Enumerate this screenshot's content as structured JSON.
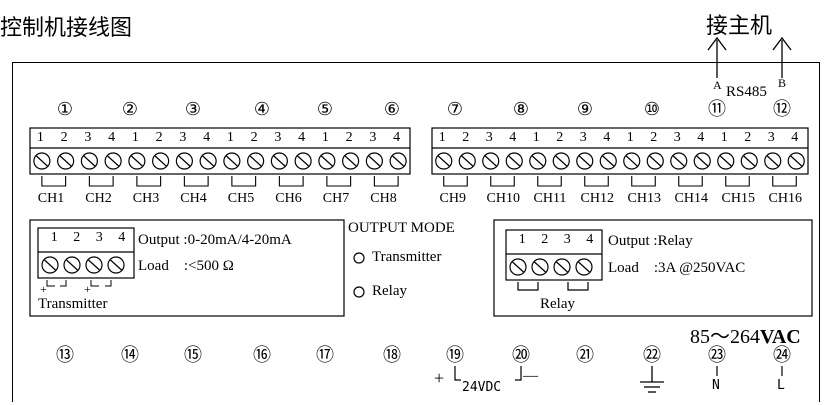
{
  "title": "控制机接线图",
  "host_label": "接主机",
  "rs485": {
    "label": "RS485",
    "a": "A",
    "b": "B"
  },
  "top_terminals": [
    "①",
    "②",
    "③",
    "④",
    "⑤",
    "⑥",
    "⑦",
    "⑧",
    "⑨",
    "⑩",
    "⑪",
    "⑫"
  ],
  "bottom_terminals": [
    "⑬",
    "⑭",
    "⑮",
    "⑯",
    "⑰",
    "⑱",
    "⑲",
    "⑳",
    "㉑",
    "㉒",
    "㉓",
    "㉔"
  ],
  "pin_numbers": [
    "1",
    "2",
    "3",
    "4"
  ],
  "channels": [
    "CH1",
    "CH2",
    "CH3",
    "CH4",
    "CH5",
    "CH6",
    "CH7",
    "CH8",
    "CH9",
    "CH10",
    "CH11",
    "CH12",
    "CH13",
    "CH14",
    "CH15",
    "CH16"
  ],
  "transmitter_box": {
    "output": "Output :0-20mA/4-20mA",
    "load": "Load    :<500 Ω",
    "caption": "Transmitter"
  },
  "output_mode": {
    "title": "OUTPUT MODE",
    "options": [
      "Transmitter",
      "Relay"
    ]
  },
  "relay_box": {
    "output": "Output :Relay",
    "load": "Load    :3A @250VAC",
    "caption": "Relay"
  },
  "power": {
    "ac_range": "85～264",
    "ac_unit": "VAC",
    "dc_label": "24VDC",
    "plus": "+",
    "minus": "—",
    "n": "N",
    "l": "L"
  }
}
